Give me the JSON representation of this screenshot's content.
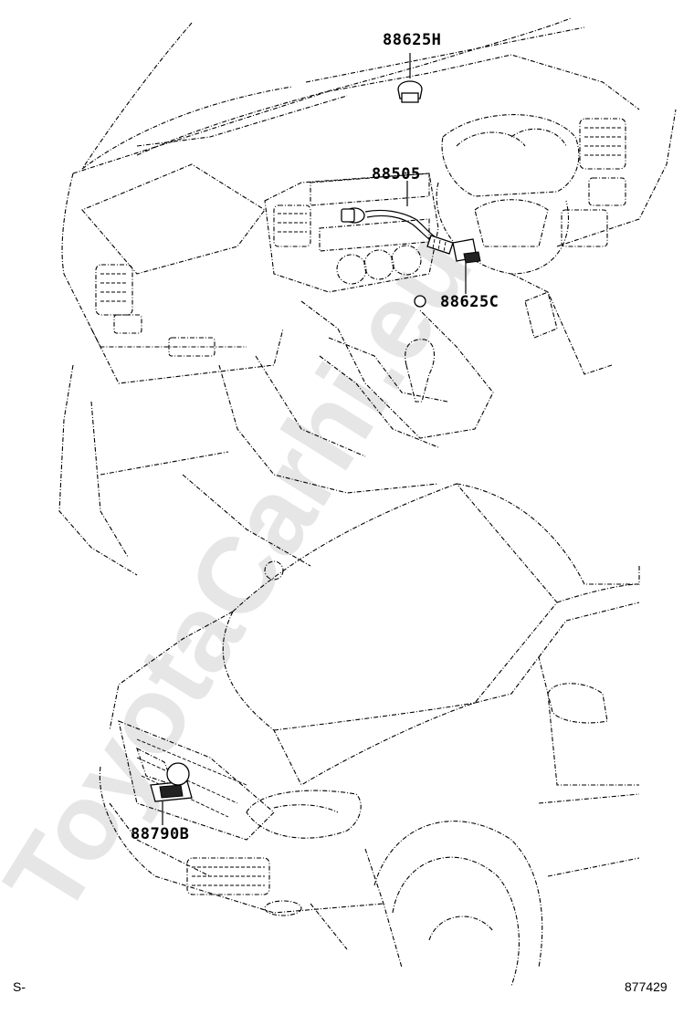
{
  "labels": {
    "part_88625H": "88625H",
    "part_88505": "88505",
    "part_88625C": "88625C",
    "part_88790B": "88790B"
  },
  "footer": {
    "left_code": "S-",
    "diagram_number": "877429"
  },
  "watermark": {
    "text": "ToyotaCarhi.eu",
    "color": "#e6e6e6"
  },
  "colors": {
    "line": "#000000",
    "background": "#ffffff"
  }
}
